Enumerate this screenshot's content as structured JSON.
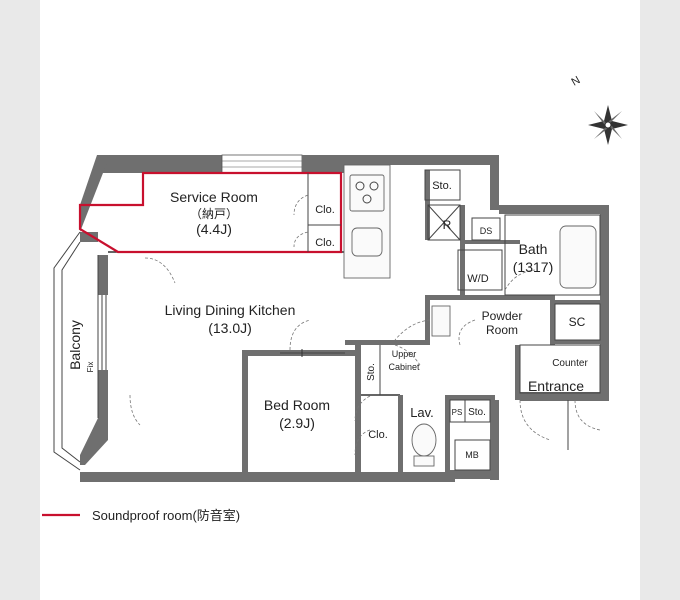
{
  "rooms": {
    "service_room": "Service Room",
    "service_room_jp": "（納戸）",
    "service_room_size": "(4.4J)",
    "ldk": "Living Dining Kitchen",
    "ldk_size": "(13.0J)",
    "bed_room": "Bed Room",
    "bed_room_size": "(2.9J)",
    "balcony": "Balcony",
    "fix": "Fix",
    "bath": "Bath",
    "bath_size": "(1317)",
    "powder_room_1": "Powder",
    "powder_room_2": "Room",
    "entrance": "Entrance"
  },
  "fixtures": {
    "clo1": "Clo.",
    "clo2": "Clo.",
    "clo3": "Clo.",
    "sto_kitchen": "Sto.",
    "refrigerator": "R",
    "ds": "DS",
    "wd": "W/D",
    "sc": "SC",
    "counter": "Counter",
    "upper_cabinet_1": "Upper",
    "upper_cabinet_2": "Cabinet",
    "sto_upper": "Sto.",
    "lav": "Lav.",
    "ps": "PS",
    "sto_lav": "Sto.",
    "mb": "MB"
  },
  "compass": {
    "north": "N"
  },
  "legend": {
    "label": "Soundproof room(防音室)",
    "color": "#c8102e"
  }
}
